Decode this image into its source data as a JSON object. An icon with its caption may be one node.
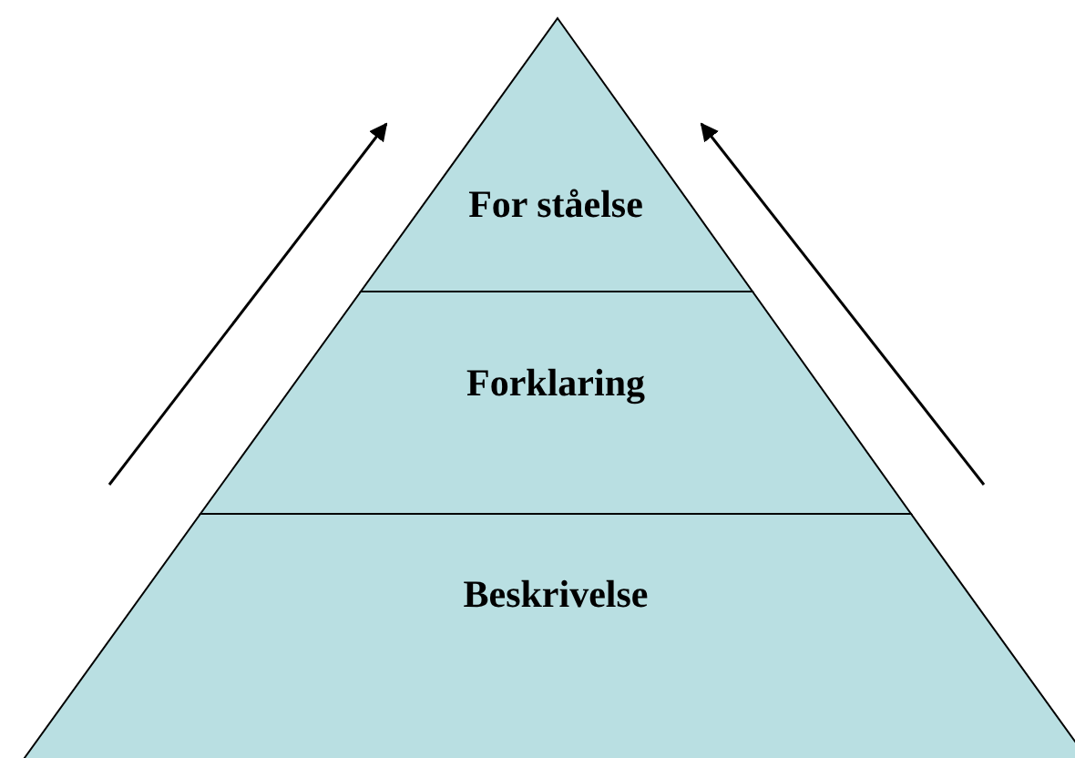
{
  "diagram": {
    "nodes": [
      {
        "text": [
          "For ståelse"
        ]
      },
      {
        "text": [
          "Forklaring"
        ]
      },
      {
        "text": [
          "Beskrivelse"
        ]
      }
    ]
  }
}
